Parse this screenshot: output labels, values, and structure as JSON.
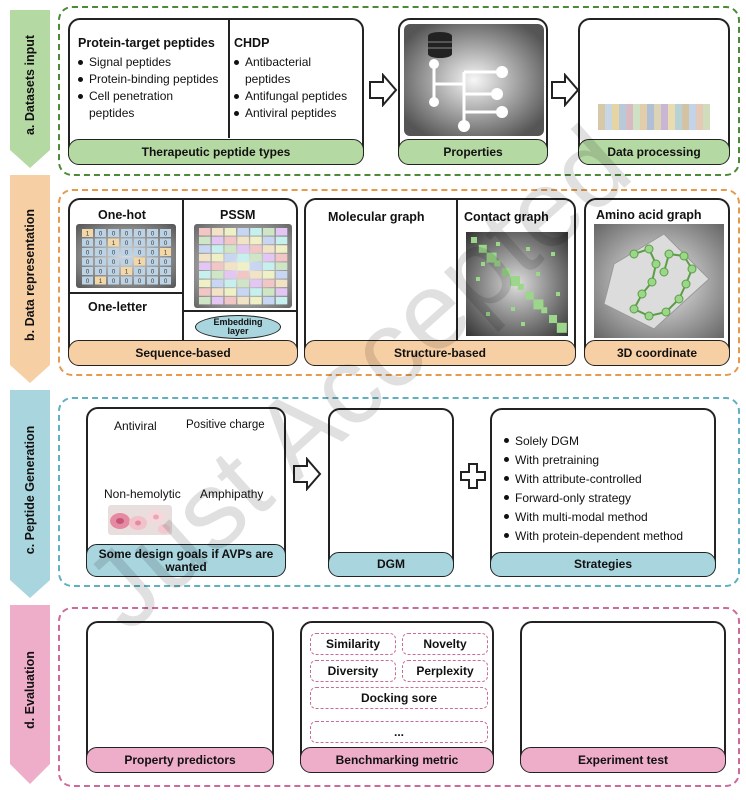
{
  "stages": {
    "a": {
      "label": "a. Datasets input",
      "color": "#b5d9a3",
      "border": "#4d8a38"
    },
    "b": {
      "label": "b. Data representation",
      "color": "#f7cfa4",
      "border": "#e59a4d"
    },
    "c": {
      "label": "c. Peptide Generation",
      "color": "#a9d5de",
      "border": "#5fb0c0"
    },
    "d": {
      "label": "d. Evaluation",
      "color": "#eeadc8",
      "border": "#cc6b9b"
    }
  },
  "datasets": {
    "peptide_types": {
      "protein_target_title": "Protein-target peptides",
      "protein_target_items": [
        "Signal peptides",
        "Protein-binding peptides",
        "Cell penetration peptides"
      ],
      "chdp_title": "CHDP",
      "chdp_items": [
        "Antibacterial peptides",
        "Antifungal peptides",
        "Antiviral peptides"
      ],
      "footer": "Therapeutic peptide types"
    },
    "properties": {
      "footer": "Properties"
    },
    "processing": {
      "footer": "Data processing"
    }
  },
  "representation": {
    "sequence": {
      "one_hot": "One-hot",
      "pssm": "PSSM",
      "one_letter": "One-letter",
      "embedding": "Embedding layer",
      "footer": "Sequence-based"
    },
    "structure": {
      "molecular_graph": "Molecular graph",
      "contact_graph": "Contact graph",
      "footer": "Structure-based"
    },
    "coordinate": {
      "title": "Amino acid graph",
      "footer": "3D coordinate"
    }
  },
  "generation": {
    "goals": {
      "antiviral": "Antiviral",
      "positive_charge": "Positive charge",
      "non_hemolytic": "Non-hemolytic",
      "amphipathy": "Amphipathy",
      "footer": "Some design goals if AVPs are wanted"
    },
    "dgm": {
      "footer": "DGM"
    },
    "strategies": {
      "items": [
        "Solely DGM",
        "With pretraining",
        "With attribute-controlled",
        "Forward-only strategy",
        "With multi-modal method",
        "With protein-dependent method"
      ],
      "footer": "Strategies"
    }
  },
  "evaluation": {
    "predictors": {
      "footer": "Property predictors"
    },
    "benchmark": {
      "similarity": "Similarity",
      "novelty": "Novelty",
      "diversity": "Diversity",
      "perplexity": "Perplexity",
      "docking": "Docking sore",
      "more": "...",
      "footer": "Benchmarking metric"
    },
    "experiment": {
      "footer": "Experiment test"
    }
  },
  "watermark": "Just Accepted",
  "onehot_values": [
    "1",
    "0",
    "0",
    "0",
    "0",
    "0",
    "0",
    "0",
    "0",
    "1",
    "0",
    "0",
    "0",
    "0",
    "0",
    "0",
    "0",
    "0",
    "0",
    "0",
    "1",
    "0",
    "0",
    "0",
    "0",
    "1",
    "0",
    "0",
    "0",
    "0",
    "0",
    "1",
    "0",
    "0",
    "0",
    "0",
    "1",
    "0",
    "0",
    "0",
    "0",
    "0"
  ]
}
